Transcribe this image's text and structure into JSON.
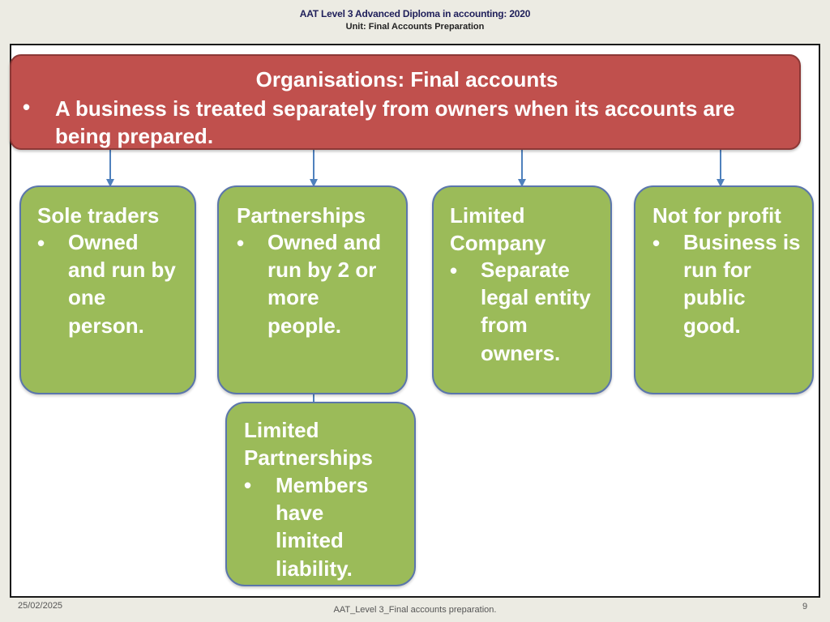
{
  "header": {
    "title": "AAT Level 3 Advanced Diploma in accounting: 2020",
    "subtitle": "Unit: Final Accounts Preparation"
  },
  "banner": {
    "title": "Organisations: Final accounts",
    "bullet_text": "A business is treated separately from owners when its accounts are being prepared."
  },
  "boxes": [
    {
      "title": "Sole traders",
      "bullet": "Owned and run by one person."
    },
    {
      "title": "Partnerships",
      "bullet": "Owned and run by 2 or more people."
    },
    {
      "title": "Limited Company",
      "bullet": "Separate legal entity from owners."
    },
    {
      "title": "Not for profit",
      "bullet": "Business is run for public good."
    },
    {
      "title": "Limited Partnerships",
      "bullet": "Members have limited liability."
    }
  ],
  "footer": {
    "date": "25/02/2025",
    "text": "AAT_Level 3_Final accounts preparation.",
    "page": "9"
  },
  "colors": {
    "banner": "#c0504d",
    "box": "#9bbb59",
    "box_border": "#5b76ac",
    "connector": "#4f81bd"
  }
}
